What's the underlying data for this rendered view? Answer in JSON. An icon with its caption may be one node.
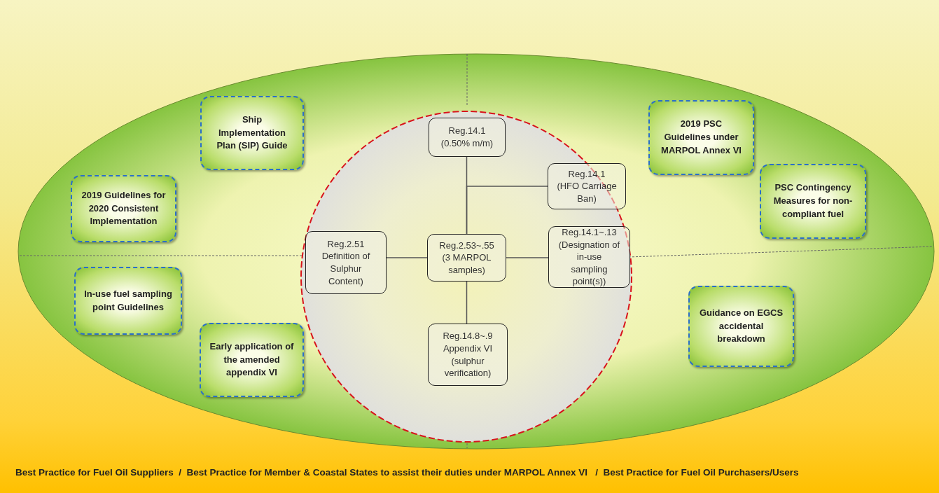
{
  "diagram": {
    "nodes": [
      {
        "text": [
          "Ship Implementation Plan (SIP) Guide"
        ]
      },
      {
        "text": [
          "2019 PSC Guidelines under MARPOL Annex VI"
        ]
      },
      {
        "text": [
          "2019 Guidelines for 2020 Consistent Implementation"
        ]
      },
      {
        "text": [
          "Reg.14.1 (0.50% m/m)"
        ]
      },
      {
        "text": [
          "Reg.14.1 (HFO Carriage Ban)"
        ]
      },
      {
        "text": [
          "PSC Contingency Measures for non-compliant fuel"
        ]
      },
      {
        "text": [
          "Reg.2.51 Definition of Sulphur Content)"
        ]
      },
      {
        "text": [
          "Reg.2.53~.55 (3 MARPOL samples)"
        ]
      },
      {
        "text": [
          "Reg.14.1~.13 (Designation of in-use sampling point(s))"
        ]
      },
      {
        "text": [
          "In-use fuel sampling point Guidelines"
        ]
      },
      {
        "text": [
          "Guidance on EGCS accidental breakdown"
        ]
      },
      {
        "text": [
          "Early application of the amended appendix VI"
        ]
      },
      {
        "text": [
          "Reg.14.8~.9 Appendix VI (sulphur verification)"
        ]
      }
    ],
    "edges": [
      {
        "from": 7,
        "to": 3,
        "arrow": "none"
      },
      {
        "from": 7,
        "to": 4,
        "arrow": "none"
      },
      {
        "from": 7,
        "to": 6,
        "arrow": "none"
      },
      {
        "from": 7,
        "to": 8,
        "arrow": "none"
      },
      {
        "from": 7,
        "to": 12,
        "arrow": "none"
      }
    ],
    "labels": [
      "Best Practice for Fuel Oil Suppliers  /  Best Practice for Member & Coastal States to assist their duties under MARPOL Annex VI   /  Best Practice for Fuel Oil Purchasers/Users"
    ]
  }
}
